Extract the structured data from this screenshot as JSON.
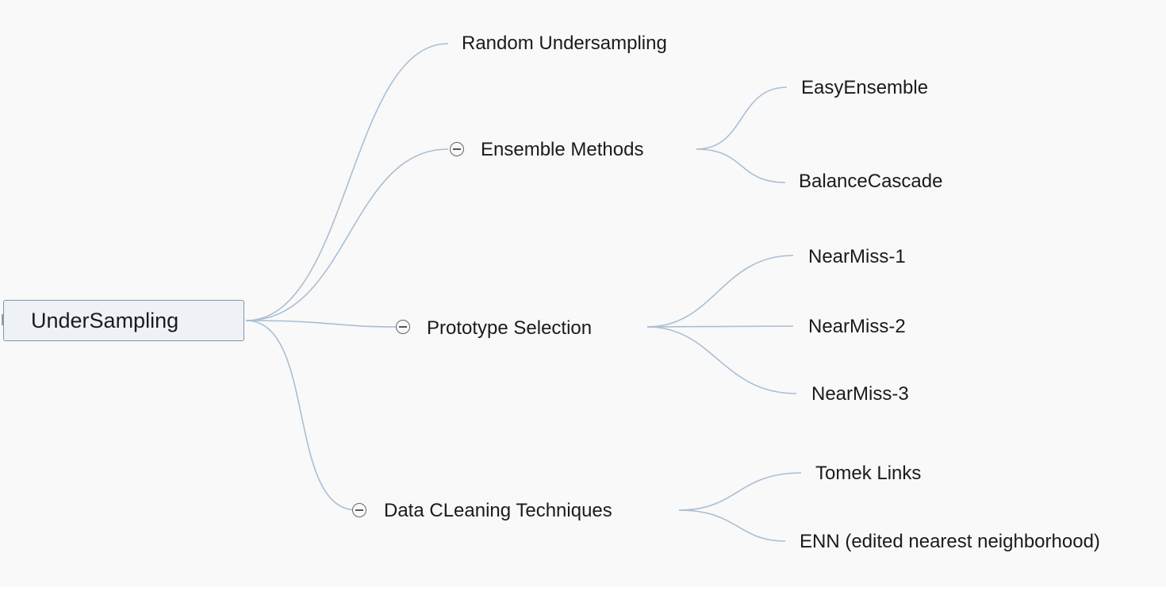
{
  "root": {
    "label": "UnderSampling"
  },
  "branches": [
    {
      "label": "Random Undersampling",
      "collapsible": false,
      "children": []
    },
    {
      "label": "Ensemble Methods",
      "collapsible": true,
      "children": [
        "EasyEnsemble",
        "BalanceCascade"
      ]
    },
    {
      "label": "Prototype Selection",
      "collapsible": true,
      "children": [
        "NearMiss-1",
        "NearMiss-2",
        "NearMiss-3"
      ]
    },
    {
      "label": "Data CLeaning Techniques",
      "collapsible": true,
      "children": [
        "Tomek Links",
        "ENN (edited nearest neighborhood)"
      ]
    }
  ],
  "colors": {
    "edge": "#a9bfd4",
    "root_border": "#7d97b4",
    "root_fill": "#eef2f6",
    "text": "#1b1b1b",
    "background": "#f9f9f9"
  }
}
